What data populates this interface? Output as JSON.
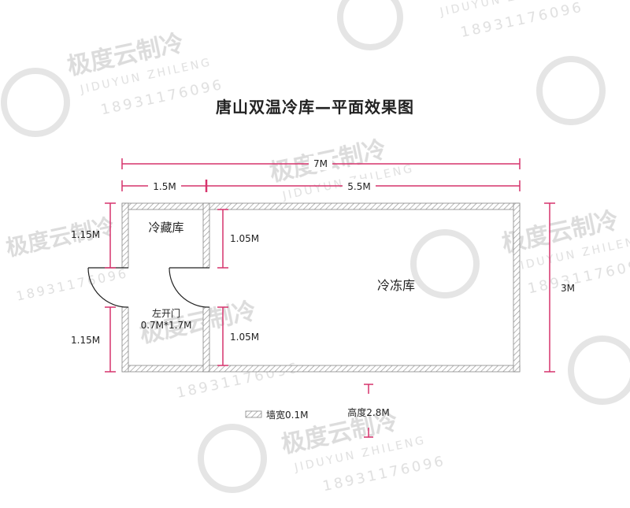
{
  "title": "唐山双温冷库—平面效果图",
  "dimensions": {
    "total_width": "7M",
    "left_width": "1.5M",
    "right_width": "5.5M",
    "left_upper": "1.15M",
    "left_lower": "1.15M",
    "mid_upper": "1.05M",
    "mid_lower": "1.05M",
    "depth": "3M"
  },
  "rooms": {
    "cold_room": "冷藏库",
    "freezer_room": "冷冻库"
  },
  "door": {
    "label_line1": "左开门",
    "label_line2": "0.7M*1.7M"
  },
  "legend": {
    "wall": "墙宽0.1M",
    "height": "高度2.8M"
  },
  "watermark": {
    "brand_cn": "极度云制冷",
    "brand_en": "JIDUYUN ZHILENG",
    "phone": "18931176096",
    "logo_text": "JIDUYUN"
  },
  "colors": {
    "dimension_line": "#d6336c",
    "wall_hatch": "#999999"
  }
}
